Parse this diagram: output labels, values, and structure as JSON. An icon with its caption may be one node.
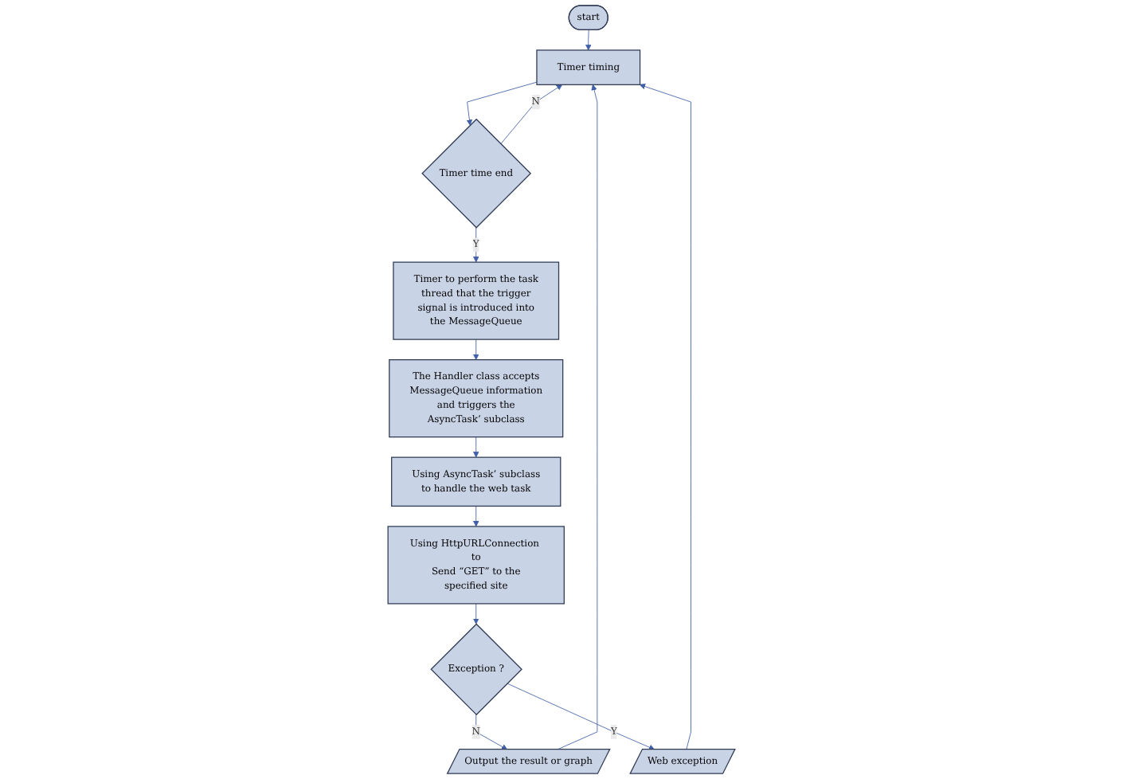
{
  "diagram": {
    "nodes": [
      {
        "text": [
          "start"
        ]
      },
      {
        "text": [
          "Timer timing"
        ]
      },
      {
        "text": [
          "Timer time end"
        ]
      },
      {
        "text": [
          "Timer to perform the task thread that the trigger signal is introduced into the MessageQueue"
        ]
      },
      {
        "text": [
          "The Handler class accepts MessageQueue information and triggers the AsyncTask’ subclass"
        ]
      },
      {
        "text": [
          "Using AsyncTask’ subclass to handle the web task"
        ]
      },
      {
        "text": [
          "Using HttpURLConnection to Send “GET” to the specified site"
        ]
      },
      {
        "text": [
          "Exception ?"
        ]
      },
      {
        "text": [
          "Output the result or graph"
        ]
      },
      {
        "text": [
          "Web exception"
        ]
      }
    ],
    "edges": [
      {
        "from": 0,
        "to": 1,
        "arrow": "to"
      },
      {
        "from": 1,
        "to": 2,
        "arrow": "to"
      },
      {
        "from": 2,
        "to": 3,
        "arrow": "to",
        "label": "Y"
      },
      {
        "from": 2,
        "to": 1,
        "arrow": "to",
        "label": "N"
      },
      {
        "from": 3,
        "to": 4,
        "arrow": "to"
      },
      {
        "from": 4,
        "to": 5,
        "arrow": "to"
      },
      {
        "from": 5,
        "to": 6,
        "arrow": "to"
      },
      {
        "from": 6,
        "to": 7,
        "arrow": "to"
      },
      {
        "from": 7,
        "to": 8,
        "arrow": "to",
        "label": "N"
      },
      {
        "from": 7,
        "to": 9,
        "arrow": "to",
        "label": "Y"
      },
      {
        "from": 8,
        "to": 1,
        "arrow": "to"
      },
      {
        "from": 9,
        "to": 1,
        "arrow": "to"
      }
    ]
  }
}
